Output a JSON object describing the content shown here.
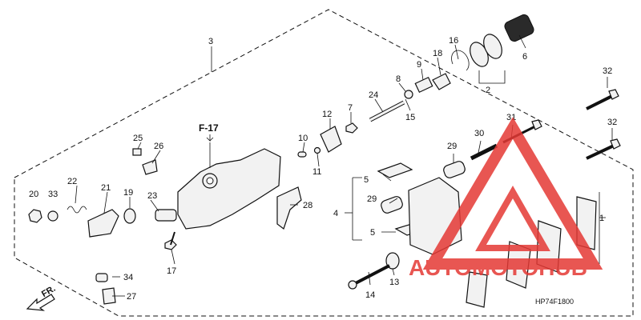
{
  "labels": {
    "p1": "1",
    "p2": "2",
    "p3": "3",
    "p4": "4",
    "p5a": "5",
    "p5b": "5",
    "p6": "6",
    "p7": "7",
    "p8": "8",
    "p9": "9",
    "p10": "10",
    "p11": "11",
    "p12": "12",
    "p13": "13",
    "p14": "14",
    "p15": "15",
    "p16": "16",
    "p17": "17",
    "p18": "18",
    "p19": "19",
    "p20": "20",
    "p21": "21",
    "p22": "22",
    "p23": "23",
    "p24": "24",
    "p25": "25",
    "p26": "26",
    "p27": "27",
    "p28": "28",
    "p29a": "29",
    "p29b": "29",
    "p30": "30",
    "p31": "31",
    "p32a": "32",
    "p32b": "32",
    "p33": "33",
    "p34": "34"
  },
  "ref_label": "F-17",
  "front_label": "FR.",
  "diagram_code": "HP74F1800",
  "watermark": {
    "brand": "AUTOMOTOHUB",
    "color": "#e53935"
  }
}
